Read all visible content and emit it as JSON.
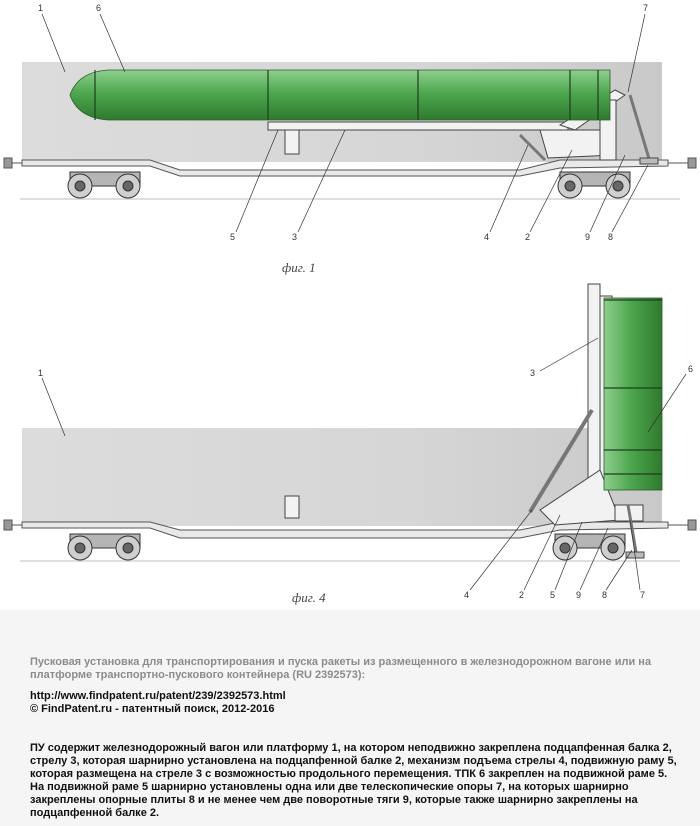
{
  "fig1": {
    "caption": "фиг. 1",
    "labels": [
      "1",
      "6",
      "7",
      "5",
      "3",
      "4",
      "2",
      "9",
      "8"
    ]
  },
  "fig4": {
    "caption": "фиг. 4",
    "labels": [
      "1",
      "3",
      "6",
      "4",
      "2",
      "5",
      "9",
      "8",
      "7"
    ]
  },
  "footer": {
    "title": "Пусковая установка для транспортирования и пуска ракеты из размещенного в железнодорожном вагоне или на платформе транспортно-пускового контейнера (RU 2392573):",
    "link": "http://www.findpatent.ru/patent/239/2392573.html",
    "copyright": "© FindPatent.ru - патентный поиск, 2012-2016",
    "abstract": "ПУ содержит железнодорожный вагон или платформу 1, на котором неподвижно закреплена подцапфенная балка 2, стрелу 3, которая шарнирно установлена на подцапфенной балке 2, механизм подъема стрелы 4, подвижную раму 5, которая размещена на стреле 3 с возможностью продольного перемещения. ТПК 6 закреплен на подвижной раме 5. На подвижной раме 5 шарнирно установлены одна или две телескопические опоры 7, на которых шарнирно закреплены опорные плиты 8 и не менее чем две поворотные тяги 9, которые также шарнирно закреплены на подцапфенной балке 2."
  }
}
